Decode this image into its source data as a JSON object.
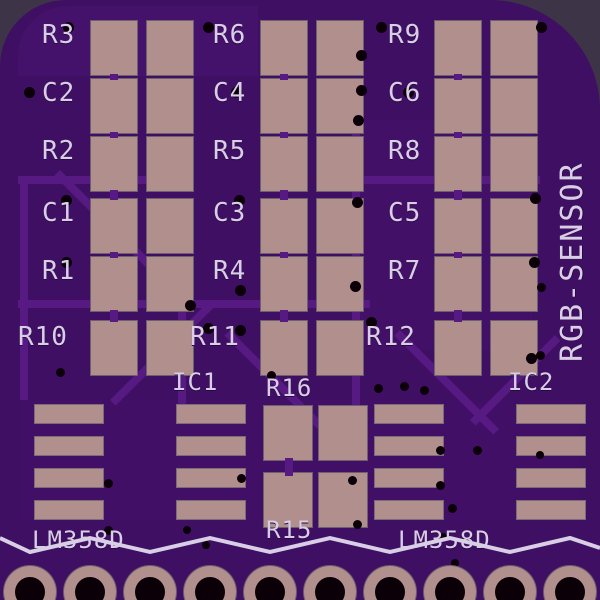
{
  "board": {
    "title": "RGB-SENSOR",
    "colors": {
      "background": "#3d3547",
      "solder_mask": "#3f0f63",
      "copper_pour": "#4a1473",
      "pad": "#b08f8c",
      "silkscreen": "#d8cfe6",
      "drill": "#0b0008",
      "trace": "#571a83"
    },
    "silkscreen_labels": {
      "col1": [
        "R3",
        "C2",
        "R2",
        "C1",
        "R1",
        "R10"
      ],
      "col2": [
        "R6",
        "C4",
        "R5",
        "C3",
        "R4",
        "R11"
      ],
      "col3": [
        "R9",
        "C6",
        "R8",
        "C5",
        "R7",
        "R12"
      ],
      "ic_left": "IC1",
      "ic_right": "IC2",
      "ic_part_left": "LM358D",
      "ic_part_right": "LM358D",
      "center_top": "R16",
      "center_bottom": "R15",
      "edge_title": "RGB-SENSOR"
    },
    "component_grid": {
      "rows": 6,
      "columns": 3,
      "pads_per_component": 2,
      "designators": [
        [
          "R3",
          "R6",
          "R9"
        ],
        [
          "C2",
          "C4",
          "C6"
        ],
        [
          "R2",
          "R5",
          "R8"
        ],
        [
          "C1",
          "C3",
          "C5"
        ],
        [
          "R1",
          "R4",
          "R7"
        ],
        [
          "R10",
          "R11",
          "R12"
        ]
      ]
    },
    "ic_footprints": [
      {
        "name": "IC1",
        "part": "LM358D",
        "pin_count": 8,
        "pads_per_side": 4
      },
      {
        "name": "IC2",
        "part": "LM358D",
        "pin_count": 8,
        "pads_per_side": 4
      }
    ],
    "castellated_pads": {
      "count": 10,
      "edge": "bottom"
    }
  }
}
